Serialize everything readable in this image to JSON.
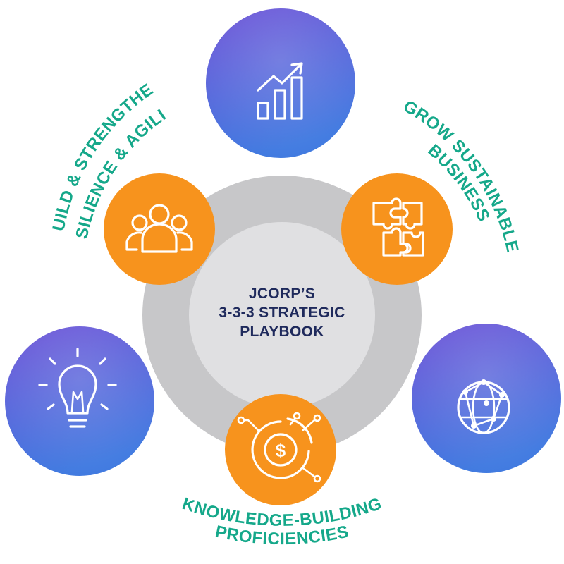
{
  "colors": {
    "orange": "#f7931d",
    "teal": "#15a88a",
    "navy": "#1f2a5c",
    "ring_outer": "#c7c7c9",
    "ring_inner": "#e0e0e2",
    "photo_top": "#6a4fd6",
    "photo_bottom": "#3f79e0"
  },
  "center": {
    "line1": "JCORP’S",
    "line2": "3-3-3 STRATEGIC",
    "line3": "PLAYBOOK"
  },
  "pillars": {
    "left": {
      "line1": "BUILD & STRENGTHEN",
      "line2": "RESILIENCE & AGILITY",
      "icon": "team-icon"
    },
    "right": {
      "line1": "GROW SUSTAINABLE",
      "line2": "BUSINESS",
      "icon": "puzzle-icon"
    },
    "bottom": {
      "line1": "KNOWLEDGE-BUILDING",
      "line2": "PROFICIENCIES",
      "icon": "dollar-chart-icon"
    }
  },
  "photo_circles": {
    "top": {
      "icon": "growth-chart-icon"
    },
    "left": {
      "icon": "lightbulb-icon"
    },
    "right": {
      "icon": "globe-network-icon"
    }
  }
}
